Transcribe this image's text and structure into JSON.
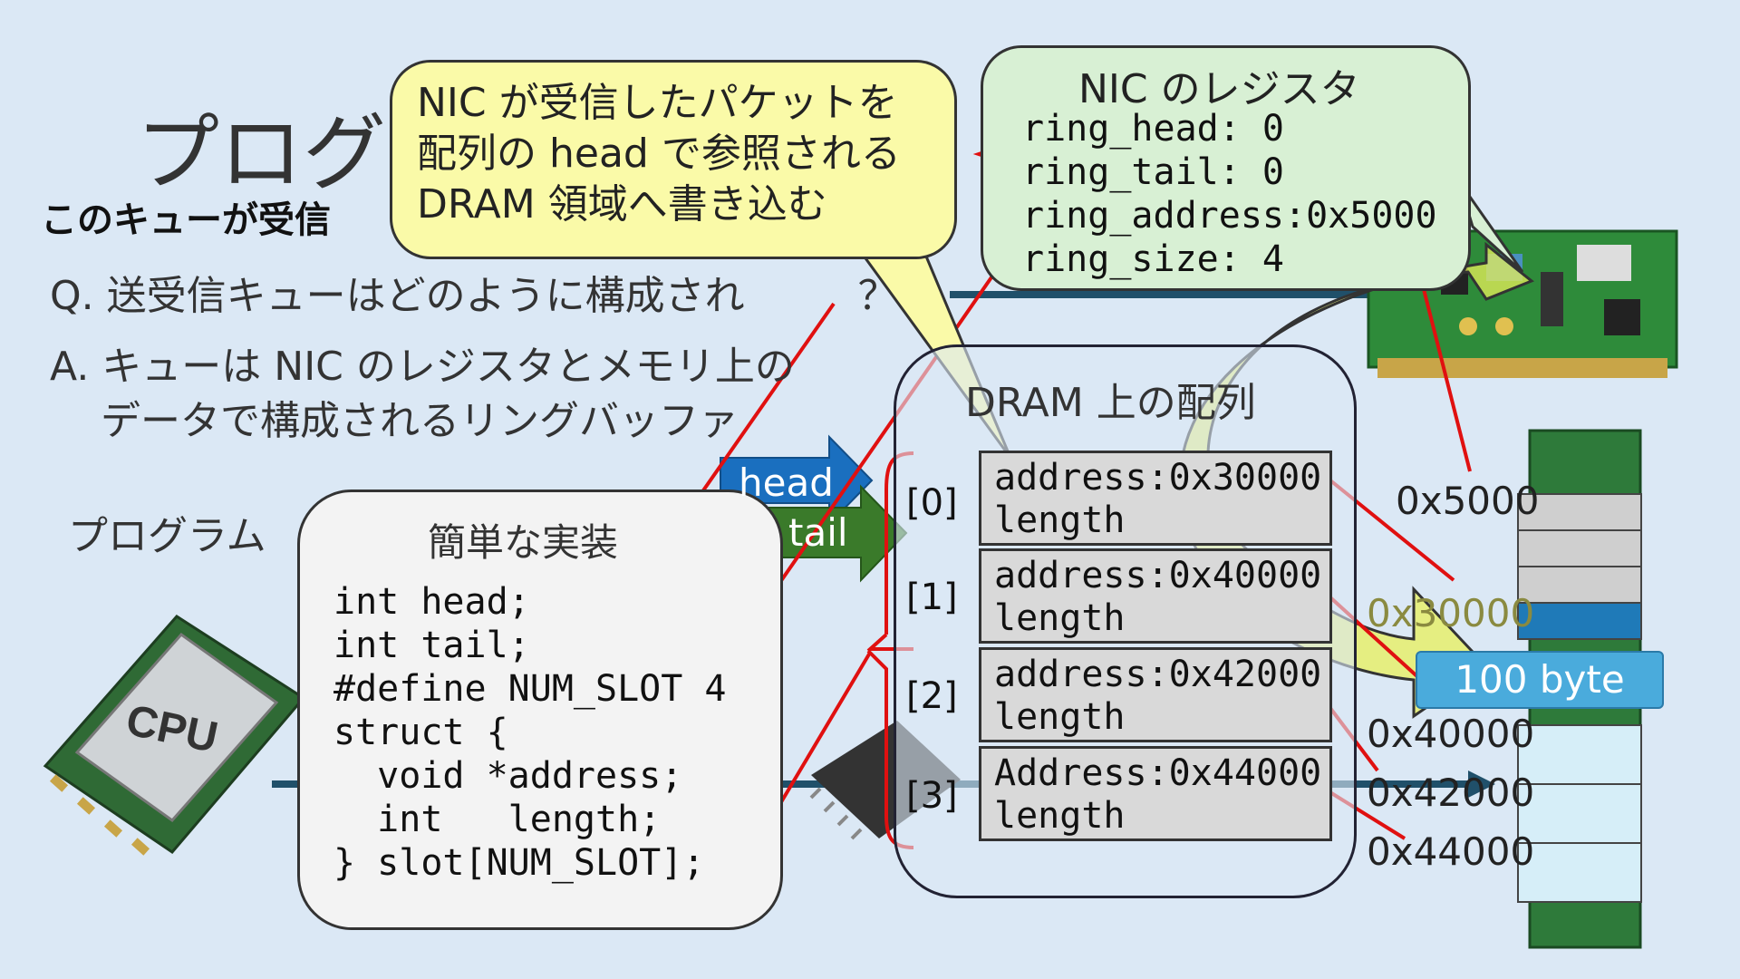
{
  "slide": {
    "title": "プログ",
    "subtitle": "このキューが受信",
    "question": "Q. 送受信キューはどのように構成され",
    "question_tail": "？",
    "answer": "A. キューは NIC のレジスタとメモリ上の\n    データで構成されるリングバッファ",
    "program_label": "プログラム"
  },
  "code": {
    "title": "簡単な実装",
    "lines": "int head;\nint tail;\n#define NUM_SLOT 4\nstruct {\n  void *address;\n  int   length;\n} slot[NUM_SLOT];"
  },
  "callout": {
    "text": "NIC が受信したパケットを\n配列の head で参照される\nDRAM 領域へ書き込む"
  },
  "nic_registers": {
    "title": "NIC のレジスタ",
    "lines": "ring_head: 0\nring_tail: 0\nring_address:0x5000\nring_size: 4"
  },
  "dram": {
    "title": "DRAM 上の配列",
    "slots": [
      {
        "index": "[0]",
        "text": "address:0x30000\nlength"
      },
      {
        "index": "[1]",
        "text": "address:0x40000\nlength"
      },
      {
        "index": "[2]",
        "text": "address:0x42000\nlength"
      },
      {
        "index": "[3]",
        "text": "Address:0x44000\nlength"
      }
    ]
  },
  "pointers": {
    "head": "head",
    "tail": "tail"
  },
  "memory": {
    "addresses": [
      "0x5000",
      "0x30000",
      "0x40000",
      "0x42000",
      "0x44000"
    ],
    "packet_size": "100 byte"
  },
  "cpu_chip_text": "CPU",
  "colors": {
    "background": "#dbe8f5",
    "red_line": "#e01010",
    "head_arrow": "#1a6fbf",
    "tail_arrow": "#3a7a2a",
    "callout": "#fafaa8",
    "register_box": "#d8f0d4",
    "packet_label": "#4aabdc"
  }
}
